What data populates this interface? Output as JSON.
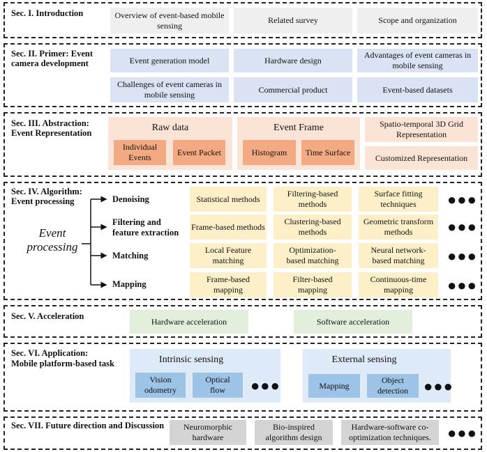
{
  "sec1": {
    "title": "Sec. I. Introduction",
    "boxes": [
      "Overview of event-based mobile sensing",
      "Related survey",
      "Scope and organization"
    ]
  },
  "sec2": {
    "title_1": "Sec. II. Primer: Event",
    "title_2": "camera development",
    "boxes": [
      "Event generation model",
      "Hardware design",
      "Advantages of event cameras in mobile sensing",
      "Challenges of event cameras in mobile sensing",
      "Commercial product",
      "Event-based datasets"
    ]
  },
  "sec3": {
    "title_1": "Sec. III. Abstraction:",
    "title_2": "Event Representation",
    "raw": {
      "label": "Raw data",
      "items": [
        "Individual Events",
        "Event Packet"
      ]
    },
    "frame": {
      "label": "Event Frame",
      "items": [
        "Histogram",
        "Time Surface"
      ]
    },
    "grid": "Spatio-temporal 3D Grid Representation",
    "custom": "Customized Representation"
  },
  "sec4": {
    "title_1": "Sec. IV. Algorithm:",
    "title_2": "Event processing",
    "center_1": "Event",
    "center_2": "processing",
    "rows": [
      {
        "label_1": "Denoising",
        "label_2": "",
        "cells": [
          "Statistical methods",
          "Filtering-based methods",
          "Surface fitting techniques"
        ]
      },
      {
        "label_1": "Filtering and",
        "label_2": "feature extraction",
        "cells": [
          "Frame-based methods",
          "Clustering-based methods",
          "Geometric transform methods"
        ]
      },
      {
        "label_1": "Matching",
        "label_2": "",
        "cells": [
          "Local Feature matching",
          "Optimization-based matching",
          "Neural network-based matching"
        ]
      },
      {
        "label_1": "Mapping",
        "label_2": "",
        "cells": [
          "Frame-based mapping",
          "Filter-based mapping",
          "Continuous-time mapping"
        ]
      }
    ]
  },
  "sec5": {
    "title": "Sec. V. Acceleration",
    "boxes": [
      "Hardware acceleration",
      "Software acceleration"
    ]
  },
  "sec6": {
    "title_1": "Sec. VI. Application:",
    "title_2": "Mobile platform-based task",
    "intrinsic": {
      "label": "Intrinsic sensing",
      "items": [
        "Vision odometry",
        "Optical flow"
      ]
    },
    "external": {
      "label": "External sensing",
      "items": [
        "Mapping",
        "Object detection"
      ]
    }
  },
  "sec7": {
    "title": "Sec. VII. Future direction and Discussion",
    "boxes": [
      "Neuromorphic hardware",
      "Bio-inspired algorithm design",
      "Hardware-software co-optimization techniques."
    ]
  },
  "ellipsis": "●●●"
}
